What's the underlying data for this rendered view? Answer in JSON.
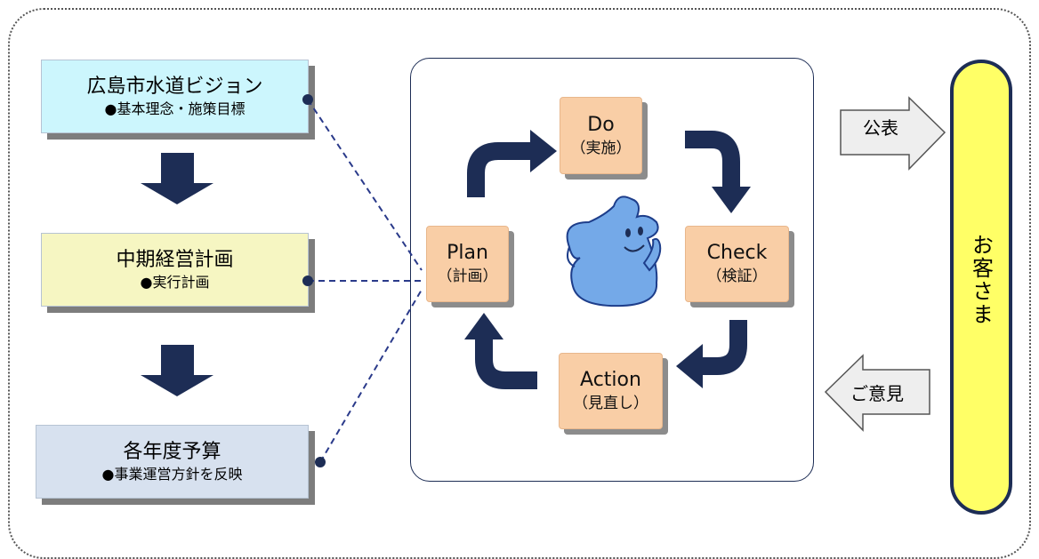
{
  "planning_hierarchy": {
    "vision": {
      "title": "広島市水道ビジョン",
      "subtitle": "●基本理念・施策目標"
    },
    "midterm": {
      "title": "中期経営計画",
      "subtitle": "●実行計画"
    },
    "budget": {
      "title": "各年度予算",
      "subtitle": "●事業運営方針を反映"
    }
  },
  "pdca": {
    "do": {
      "label": "Do",
      "sub": "（実施）"
    },
    "check": {
      "label": "Check",
      "sub": "（検証）"
    },
    "action": {
      "label": "Action",
      "sub": "（見直し）"
    },
    "plan": {
      "label": "Plan",
      "sub": "（計画）"
    }
  },
  "customer": {
    "label": "お客さま"
  },
  "flows": {
    "publish": "公表",
    "feedback": "ご意見"
  },
  "colors": {
    "navy": "#1d2d55",
    "connector": "#2a3a8a",
    "mascot": "#74a9e8",
    "arrow_fill": "#eeeeee"
  },
  "icons": {
    "mascot": "water-drop-mascot"
  }
}
